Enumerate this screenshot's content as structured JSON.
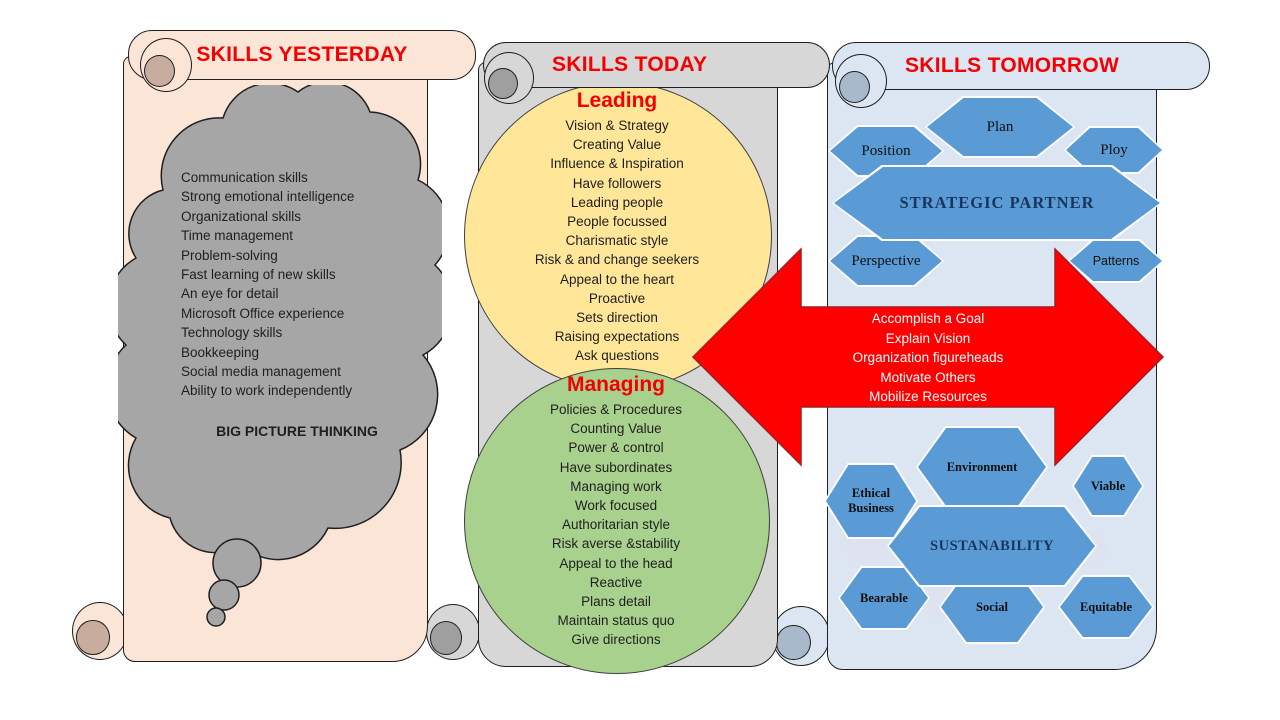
{
  "panels": {
    "yesterday": {
      "title": "SKILLS YESTERDAY",
      "cloud_items": [
        "Communication skills",
        "Strong emotional intelligence",
        "Organizational skills",
        "Time management",
        "Problem-solving",
        "Fast learning of new skills",
        "An eye for detail",
        "Microsoft Office experience",
        "Technology skills",
        "Bookkeeping",
        "Social media management",
        "Ability to work independently"
      ],
      "highlight": "BIG PICTURE THINKING"
    },
    "today": {
      "title": "SKILLS TODAY",
      "leading": {
        "heading": "Leading",
        "items": [
          "Vision & Strategy",
          "Creating Value",
          "Influence & Inspiration",
          "Have followers",
          "Leading people",
          "People focussed",
          "Charismatic style",
          "Risk & and change seekers",
          "Appeal to the heart",
          "Proactive",
          "Sets direction",
          "Raising expectations",
          "Ask questions"
        ]
      },
      "managing": {
        "heading": "Managing",
        "items": [
          "Policies & Procedures",
          "Counting Value",
          "Power & control",
          "Have subordinates",
          "Managing work",
          "Work focused",
          "Authoritarian style",
          "Risk averse &stability",
          "Appeal to the head",
          "Reactive",
          "Plans detail",
          "Maintain status quo",
          "Give directions"
        ]
      }
    },
    "tomorrow": {
      "title": "SKILLS TOMORROW",
      "hexagons": {
        "plan": "Plan",
        "position": "Position",
        "ploy": "Ploy",
        "strategic_partner": "STRATEGIC PARTNER",
        "perspective": "Perspective",
        "patterns": "Patterns",
        "environment": "Environment",
        "viable": "Viable",
        "ethical_business": "Ethical Business",
        "sustainability": "SUSTANABILITY",
        "bearable": "Bearable",
        "social": "Social",
        "equitable": "Equitable"
      }
    }
  },
  "arrow": {
    "lines": [
      "Accomplish a Goal",
      "Explain Vision",
      "Organization figureheads",
      "Motivate Others",
      "Mobilize Resources"
    ]
  },
  "colors": {
    "title_red": "#f40000",
    "arrow_red": "#fe0000",
    "hexagon_blue": "#5b9bd5",
    "panel_yesterday": "#fbe5d6",
    "panel_today": "#d7d7d7",
    "panel_tomorrow": "#dce6f2",
    "cloud_gray": "#a6a6a6",
    "leading_yellow": "#ffe699",
    "managing_green": "#a9d18e",
    "hex_text_navy": "#17365d"
  }
}
